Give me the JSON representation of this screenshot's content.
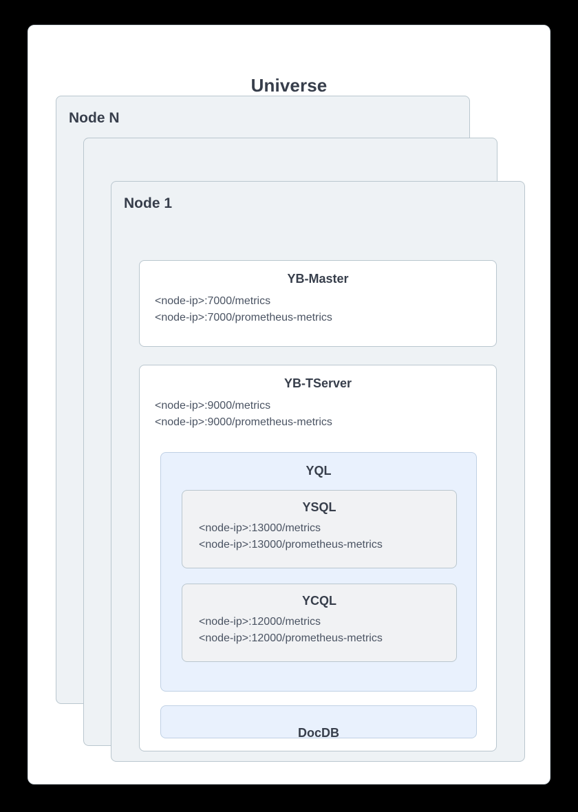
{
  "diagram": {
    "title": "Universe",
    "nodes": [
      {
        "label": "Node N"
      },
      {
        "label": "..."
      },
      {
        "label": "Node 1"
      }
    ],
    "components": {
      "yb_master": {
        "title": "YB-Master",
        "endpoints": [
          "<node-ip>:7000/metrics",
          "<node-ip>:7000/prometheus-metrics"
        ]
      },
      "yb_tserver": {
        "title": "YB-TServer",
        "endpoints": [
          "<node-ip>:9000/metrics",
          "<node-ip>:9000/prometheus-metrics"
        ]
      },
      "yql": {
        "title": "YQL"
      },
      "ysql": {
        "title": "YSQL",
        "endpoints": [
          "<node-ip>:13000/metrics",
          "<node-ip>:13000/prometheus-metrics"
        ]
      },
      "ycql": {
        "title": "YCQL",
        "endpoints": [
          "<node-ip>:12000/metrics",
          "<node-ip>:12000/prometheus-metrics"
        ]
      },
      "docdb": {
        "title": "DocDB"
      }
    },
    "colors": {
      "page_background": "#000000",
      "frame_background": "#ffffff",
      "frame_border": "#d5dee4",
      "node_card_background": "#eef2f5",
      "node_card_border": "#b9c6ce",
      "component_white": "#ffffff",
      "component_blue": "#e9f1fd",
      "component_blue_border": "#bfd0e4",
      "component_gray": "#f1f2f4",
      "title_text": "#373e4b",
      "body_text": "#4a5362"
    }
  }
}
